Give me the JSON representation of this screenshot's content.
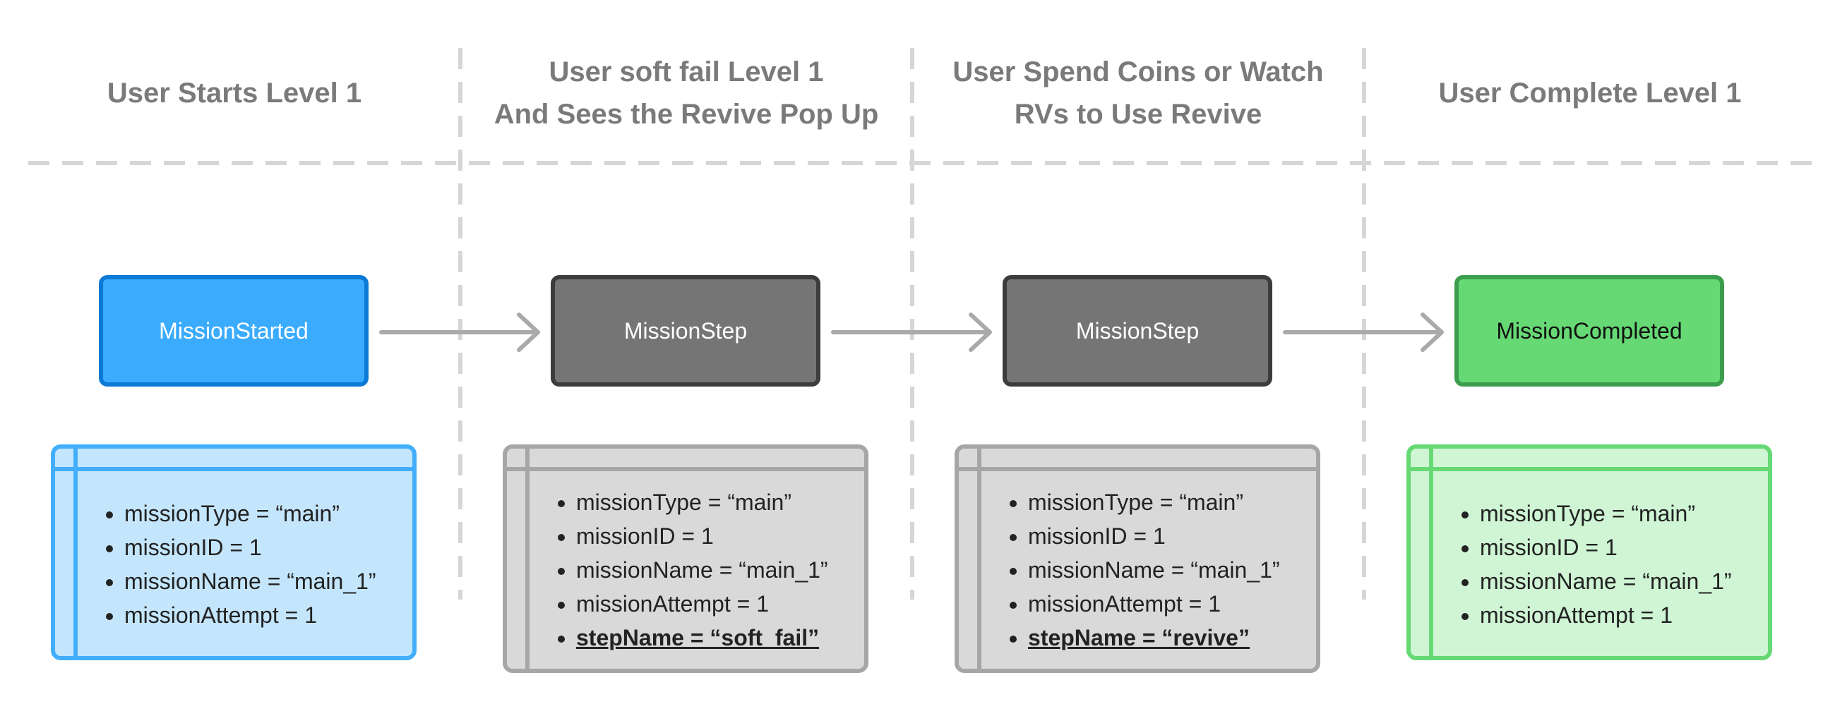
{
  "stages": [
    {
      "title_lines": [
        "User Starts Level 1"
      ]
    },
    {
      "title_lines": [
        "User soft fail Level 1",
        "And Sees the Revive Pop Up"
      ]
    },
    {
      "title_lines": [
        "User Spend Coins or Watch",
        "RVs to Use Revive"
      ]
    },
    {
      "title_lines": [
        "User Complete Level 1"
      ]
    }
  ],
  "events": [
    {
      "label": "MissionStarted"
    },
    {
      "label": "MissionStep"
    },
    {
      "label": "MissionStep"
    },
    {
      "label": "MissionCompleted"
    }
  ],
  "params": [
    {
      "items": [
        "missionType = “main”",
        "missionID = 1",
        "missionName = “main_1”",
        "missionAttempt = 1"
      ]
    },
    {
      "items": [
        "missionType = “main”",
        "missionID = 1",
        "missionName = “main_1”",
        "missionAttempt = 1",
        "stepName = “soft_fail”"
      ]
    },
    {
      "items": [
        "missionType = “main”",
        "missionID = 1",
        "missionName = “main_1”",
        "missionAttempt = 1",
        "stepName = “revive”"
      ]
    },
    {
      "items": [
        "missionType = “main”",
        "missionID = 1",
        "missionName = “main_1”",
        "missionAttempt = 1"
      ]
    }
  ],
  "colors": {
    "divider": "#d6d6d6",
    "arrow": "#aaaaaa",
    "title": "#7a7a7a",
    "blue_fill": "#3aabfd",
    "gray_fill": "#757575",
    "green_fill": "#66d975"
  }
}
